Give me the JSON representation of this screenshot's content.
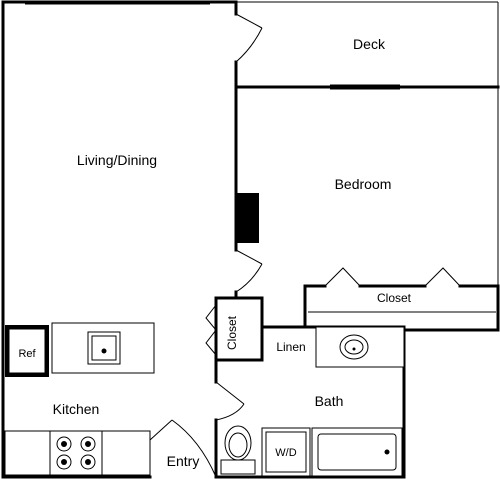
{
  "rooms": {
    "deck": "Deck",
    "living_dining": "Living/Dining",
    "bedroom": "Bedroom",
    "bedroom_closet": "Closet",
    "hall_closet": "Closet",
    "linen": "Linen",
    "bath": "Bath",
    "kitchen": "Kitchen",
    "entry": "Entry"
  },
  "fixtures": {
    "refrigerator": "Ref",
    "washer_dryer": "W/D"
  }
}
